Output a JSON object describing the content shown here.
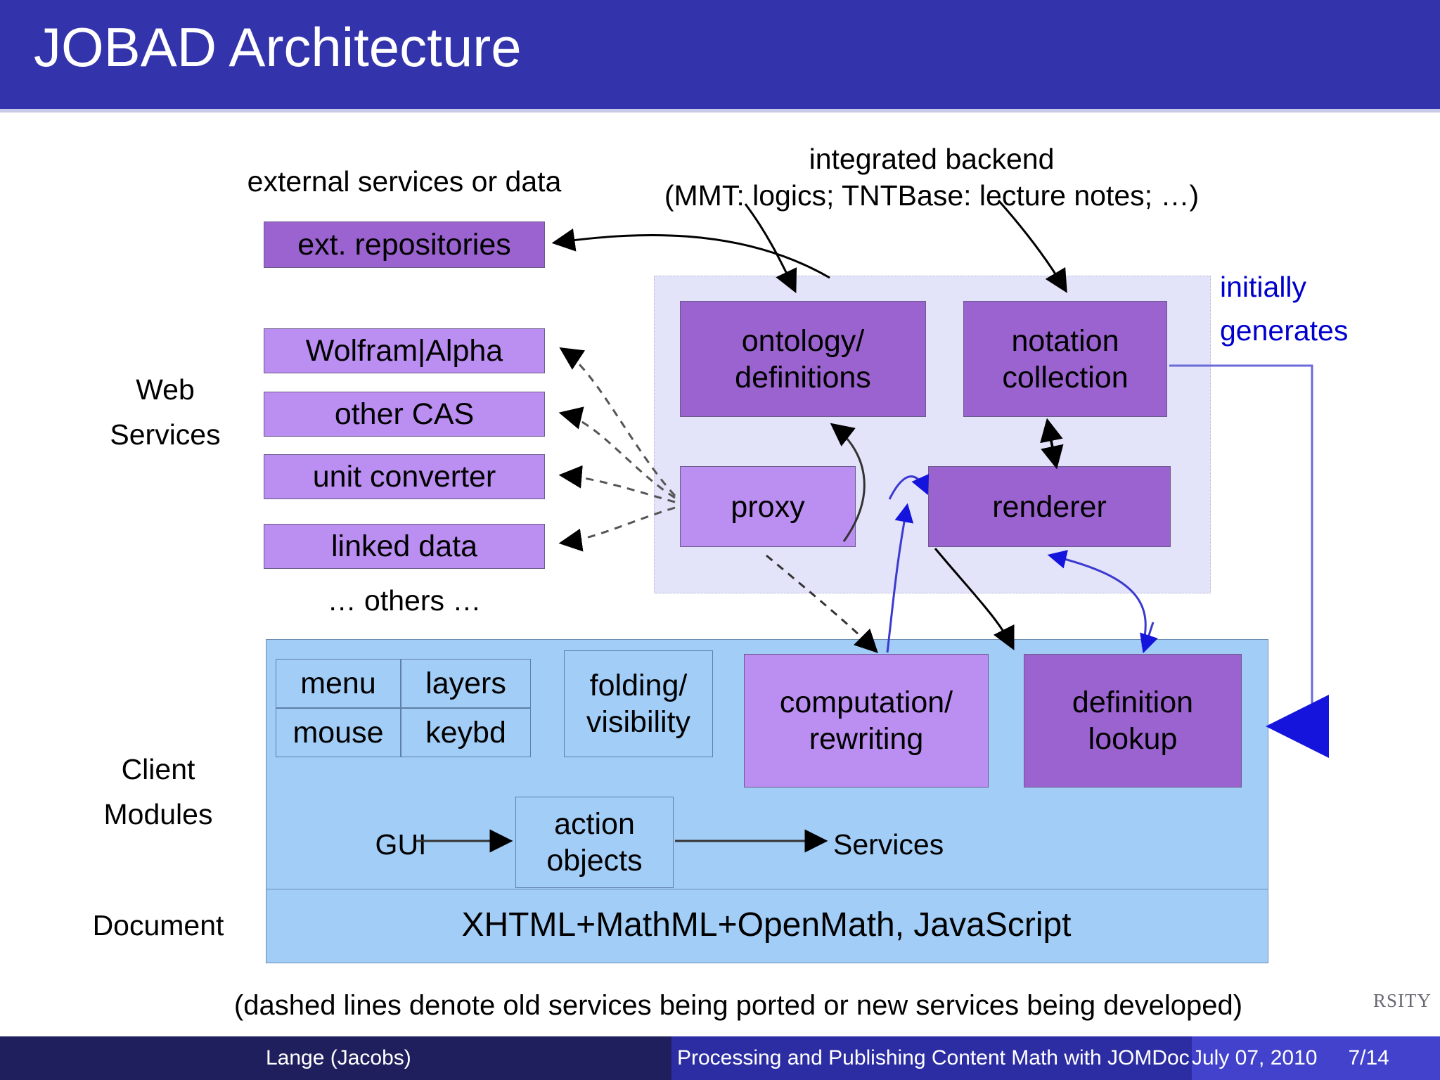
{
  "slide": {
    "title": "JOBAD Architecture",
    "watermark": "RSITY"
  },
  "captions": {
    "external": "external services or data",
    "backend_line1": "integrated backend",
    "backend_line2": "(MMT: logics; TNTBase: lecture notes; …)",
    "initially_generates_line1": "initially",
    "initially_generates_line2": "generates",
    "others": "… others …",
    "dashed_note": "(dashed lines denote old services being ported or new services being developed)"
  },
  "row_labels": {
    "web_services_line1": "Web",
    "web_services_line2": "Services",
    "client_modules_line1": "Client",
    "client_modules_line2": "Modules",
    "document": "Document"
  },
  "external_services": {
    "ext_repositories": "ext. repositories",
    "items": [
      {
        "label": "Wolfram|Alpha"
      },
      {
        "label": "other CAS"
      },
      {
        "label": "unit converter"
      },
      {
        "label": "linked data"
      }
    ]
  },
  "backend": {
    "ontology_line1": "ontology/",
    "ontology_line2": "definitions",
    "notation_line1": "notation",
    "notation_line2": "collection",
    "proxy": "proxy",
    "renderer": "renderer"
  },
  "client_modules": {
    "gui_grid": [
      {
        "label": "menu"
      },
      {
        "label": "layers"
      },
      {
        "label": "mouse"
      },
      {
        "label": "keybd"
      }
    ],
    "folding_line1": "folding/",
    "folding_line2": "visibility",
    "computation_line1": "computation/",
    "computation_line2": "rewriting",
    "definition_line1": "definition",
    "definition_line2": "lookup",
    "gui": "GUI",
    "action_line1": "action",
    "action_line2": "objects",
    "services": "Services"
  },
  "document_layer": {
    "label": "XHTML+MathML+OpenMath, JavaScript"
  },
  "footer": {
    "author": "Lange  (Jacobs)",
    "venue": "Processing and Publishing Content Math with JOMDoc",
    "date": "July 07, 2010",
    "page": "7/14"
  },
  "colors": {
    "title_bar": "#3333ac",
    "purple_mid": "#9b63cf",
    "purple_light": "#bb8ef2",
    "panel_lavender": "#e3e3f9",
    "client_blue": "#a2cdf7",
    "accent_blue": "#0000cc"
  }
}
